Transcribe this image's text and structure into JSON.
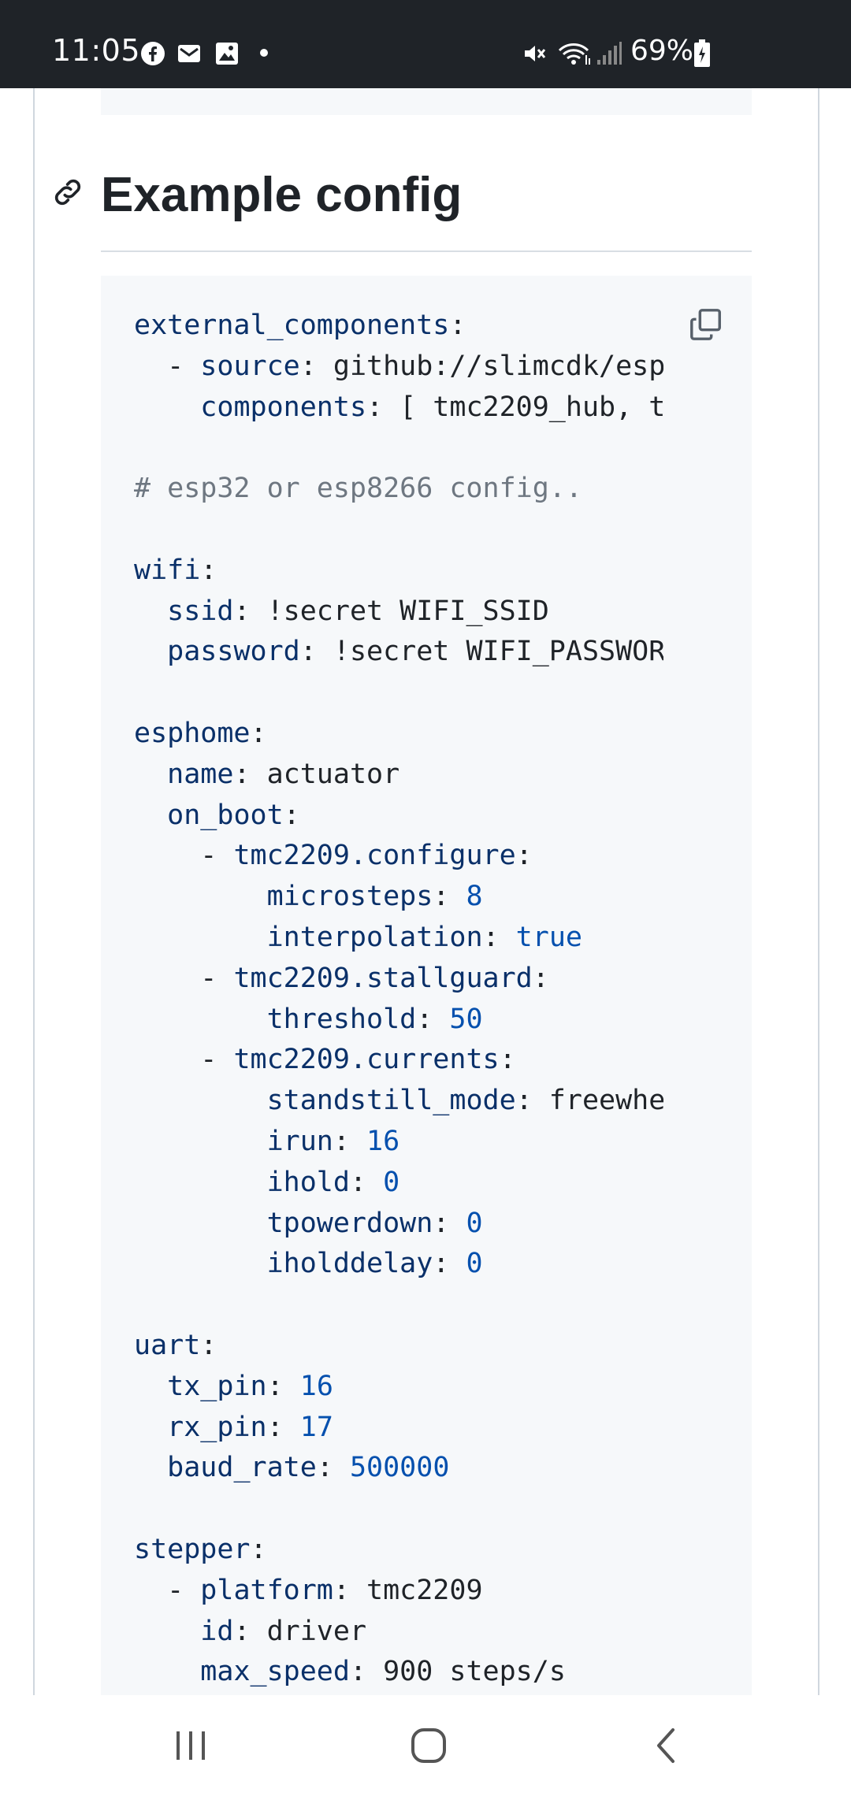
{
  "status_bar": {
    "time": "11:05",
    "battery": "69%",
    "icons": [
      "facebook-icon",
      "mail-icon",
      "gallery-icon",
      "mute-icon",
      "wifi-icon",
      "signal-icon",
      "battery-icon"
    ]
  },
  "section": {
    "heading": "Example config"
  },
  "code_lines": [
    [
      {
        "t": "external_components",
        "c": "k"
      },
      {
        "t": ":",
        "c": "v"
      }
    ],
    [
      {
        "t": "  - ",
        "c": "v"
      },
      {
        "t": "source",
        "c": "k"
      },
      {
        "t": ": github://slimcdk/esp",
        "c": "v"
      }
    ],
    [
      {
        "t": "    ",
        "c": "v"
      },
      {
        "t": "components",
        "c": "k"
      },
      {
        "t": ": [ tmc2209_hub, t",
        "c": "v"
      }
    ],
    [],
    [
      {
        "t": "# esp32 or esp8266 config..",
        "c": "c"
      }
    ],
    [],
    [
      {
        "t": "wifi",
        "c": "k"
      },
      {
        "t": ":",
        "c": "v"
      }
    ],
    [
      {
        "t": "  ",
        "c": "v"
      },
      {
        "t": "ssid",
        "c": "k"
      },
      {
        "t": ": !secret WIFI_SSID",
        "c": "v"
      }
    ],
    [
      {
        "t": "  ",
        "c": "v"
      },
      {
        "t": "password",
        "c": "k"
      },
      {
        "t": ": !secret WIFI_PASSWOR",
        "c": "v"
      }
    ],
    [],
    [
      {
        "t": "esphome",
        "c": "k"
      },
      {
        "t": ":",
        "c": "v"
      }
    ],
    [
      {
        "t": "  ",
        "c": "v"
      },
      {
        "t": "name",
        "c": "k"
      },
      {
        "t": ": actuator",
        "c": "v"
      }
    ],
    [
      {
        "t": "  ",
        "c": "v"
      },
      {
        "t": "on_boot",
        "c": "k"
      },
      {
        "t": ":",
        "c": "v"
      }
    ],
    [
      {
        "t": "    - ",
        "c": "v"
      },
      {
        "t": "tmc2209.configure",
        "c": "k"
      },
      {
        "t": ":",
        "c": "v"
      }
    ],
    [
      {
        "t": "        ",
        "c": "v"
      },
      {
        "t": "microsteps",
        "c": "k"
      },
      {
        "t": ": ",
        "c": "v"
      },
      {
        "t": "8",
        "c": "n"
      }
    ],
    [
      {
        "t": "        ",
        "c": "v"
      },
      {
        "t": "interpolation",
        "c": "k"
      },
      {
        "t": ": ",
        "c": "v"
      },
      {
        "t": "true",
        "c": "n"
      }
    ],
    [
      {
        "t": "    - ",
        "c": "v"
      },
      {
        "t": "tmc2209.stallguard",
        "c": "k"
      },
      {
        "t": ":",
        "c": "v"
      }
    ],
    [
      {
        "t": "        ",
        "c": "v"
      },
      {
        "t": "threshold",
        "c": "k"
      },
      {
        "t": ": ",
        "c": "v"
      },
      {
        "t": "50",
        "c": "n"
      }
    ],
    [
      {
        "t": "    - ",
        "c": "v"
      },
      {
        "t": "tmc2209.currents",
        "c": "k"
      },
      {
        "t": ":",
        "c": "v"
      }
    ],
    [
      {
        "t": "        ",
        "c": "v"
      },
      {
        "t": "standstill_mode",
        "c": "k"
      },
      {
        "t": ": freewhe",
        "c": "v"
      }
    ],
    [
      {
        "t": "        ",
        "c": "v"
      },
      {
        "t": "irun",
        "c": "k"
      },
      {
        "t": ": ",
        "c": "v"
      },
      {
        "t": "16",
        "c": "n"
      }
    ],
    [
      {
        "t": "        ",
        "c": "v"
      },
      {
        "t": "ihold",
        "c": "k"
      },
      {
        "t": ": ",
        "c": "v"
      },
      {
        "t": "0",
        "c": "n"
      }
    ],
    [
      {
        "t": "        ",
        "c": "v"
      },
      {
        "t": "tpowerdown",
        "c": "k"
      },
      {
        "t": ": ",
        "c": "v"
      },
      {
        "t": "0",
        "c": "n"
      }
    ],
    [
      {
        "t": "        ",
        "c": "v"
      },
      {
        "t": "iholddelay",
        "c": "k"
      },
      {
        "t": ": ",
        "c": "v"
      },
      {
        "t": "0",
        "c": "n"
      }
    ],
    [],
    [
      {
        "t": "uart",
        "c": "k"
      },
      {
        "t": ":",
        "c": "v"
      }
    ],
    [
      {
        "t": "  ",
        "c": "v"
      },
      {
        "t": "tx_pin",
        "c": "k"
      },
      {
        "t": ": ",
        "c": "v"
      },
      {
        "t": "16",
        "c": "n"
      }
    ],
    [
      {
        "t": "  ",
        "c": "v"
      },
      {
        "t": "rx_pin",
        "c": "k"
      },
      {
        "t": ": ",
        "c": "v"
      },
      {
        "t": "17",
        "c": "n"
      }
    ],
    [
      {
        "t": "  ",
        "c": "v"
      },
      {
        "t": "baud_rate",
        "c": "k"
      },
      {
        "t": ": ",
        "c": "v"
      },
      {
        "t": "500000",
        "c": "n"
      }
    ],
    [],
    [
      {
        "t": "stepper",
        "c": "k"
      },
      {
        "t": ":",
        "c": "v"
      }
    ],
    [
      {
        "t": "  - ",
        "c": "v"
      },
      {
        "t": "platform",
        "c": "k"
      },
      {
        "t": ": tmc2209",
        "c": "v"
      }
    ],
    [
      {
        "t": "    ",
        "c": "v"
      },
      {
        "t": "id",
        "c": "k"
      },
      {
        "t": ": driver",
        "c": "v"
      }
    ],
    [
      {
        "t": "    ",
        "c": "v"
      },
      {
        "t": "max_speed",
        "c": "k"
      },
      {
        "t": ": 900 steps/s",
        "c": "v"
      }
    ]
  ],
  "copy_button": {
    "icon": "copy-icon"
  },
  "nav_bar": {
    "items": [
      {
        "name": "recent-apps-button",
        "icon": "recent-apps-icon"
      },
      {
        "name": "home-button",
        "icon": "home-icon"
      },
      {
        "name": "back-button",
        "icon": "back-icon"
      }
    ]
  },
  "colors": {
    "key": "#0a3069",
    "number": "#0550ae",
    "comment": "#6e7781",
    "text": "#1f2328",
    "code_bg": "#f6f8fa",
    "status_bg": "#1f2328"
  }
}
